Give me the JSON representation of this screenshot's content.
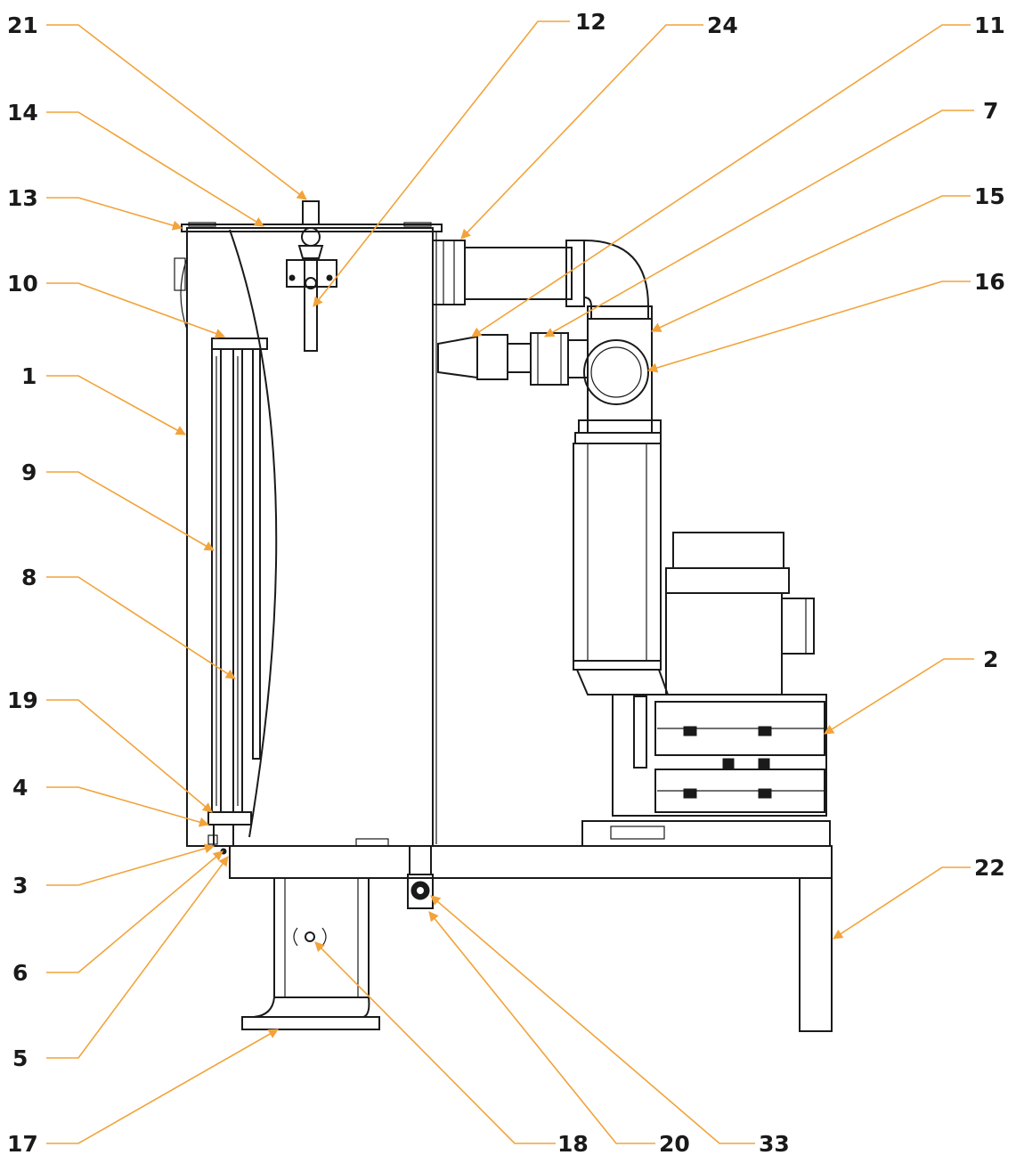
{
  "colors": {
    "leader": "#f2a33a",
    "line": "#1a1a1a",
    "background": "#ffffff"
  },
  "labels": [
    {
      "id": "21",
      "text": "21"
    },
    {
      "id": "14",
      "text": "14"
    },
    {
      "id": "13",
      "text": "13"
    },
    {
      "id": "10",
      "text": "10"
    },
    {
      "id": "1",
      "text": "1"
    },
    {
      "id": "9",
      "text": "9"
    },
    {
      "id": "8",
      "text": "8"
    },
    {
      "id": "19",
      "text": "19"
    },
    {
      "id": "4",
      "text": "4"
    },
    {
      "id": "3",
      "text": "3"
    },
    {
      "id": "6",
      "text": "6"
    },
    {
      "id": "5",
      "text": "5"
    },
    {
      "id": "17",
      "text": "17"
    },
    {
      "id": "18",
      "text": "18"
    },
    {
      "id": "20",
      "text": "20"
    },
    {
      "id": "33",
      "text": "33"
    },
    {
      "id": "12",
      "text": "12"
    },
    {
      "id": "24",
      "text": "24"
    },
    {
      "id": "11",
      "text": "11"
    },
    {
      "id": "7",
      "text": "7"
    },
    {
      "id": "15",
      "text": "15"
    },
    {
      "id": "16",
      "text": "16"
    },
    {
      "id": "2",
      "text": "2"
    },
    {
      "id": "22",
      "text": "22"
    }
  ]
}
